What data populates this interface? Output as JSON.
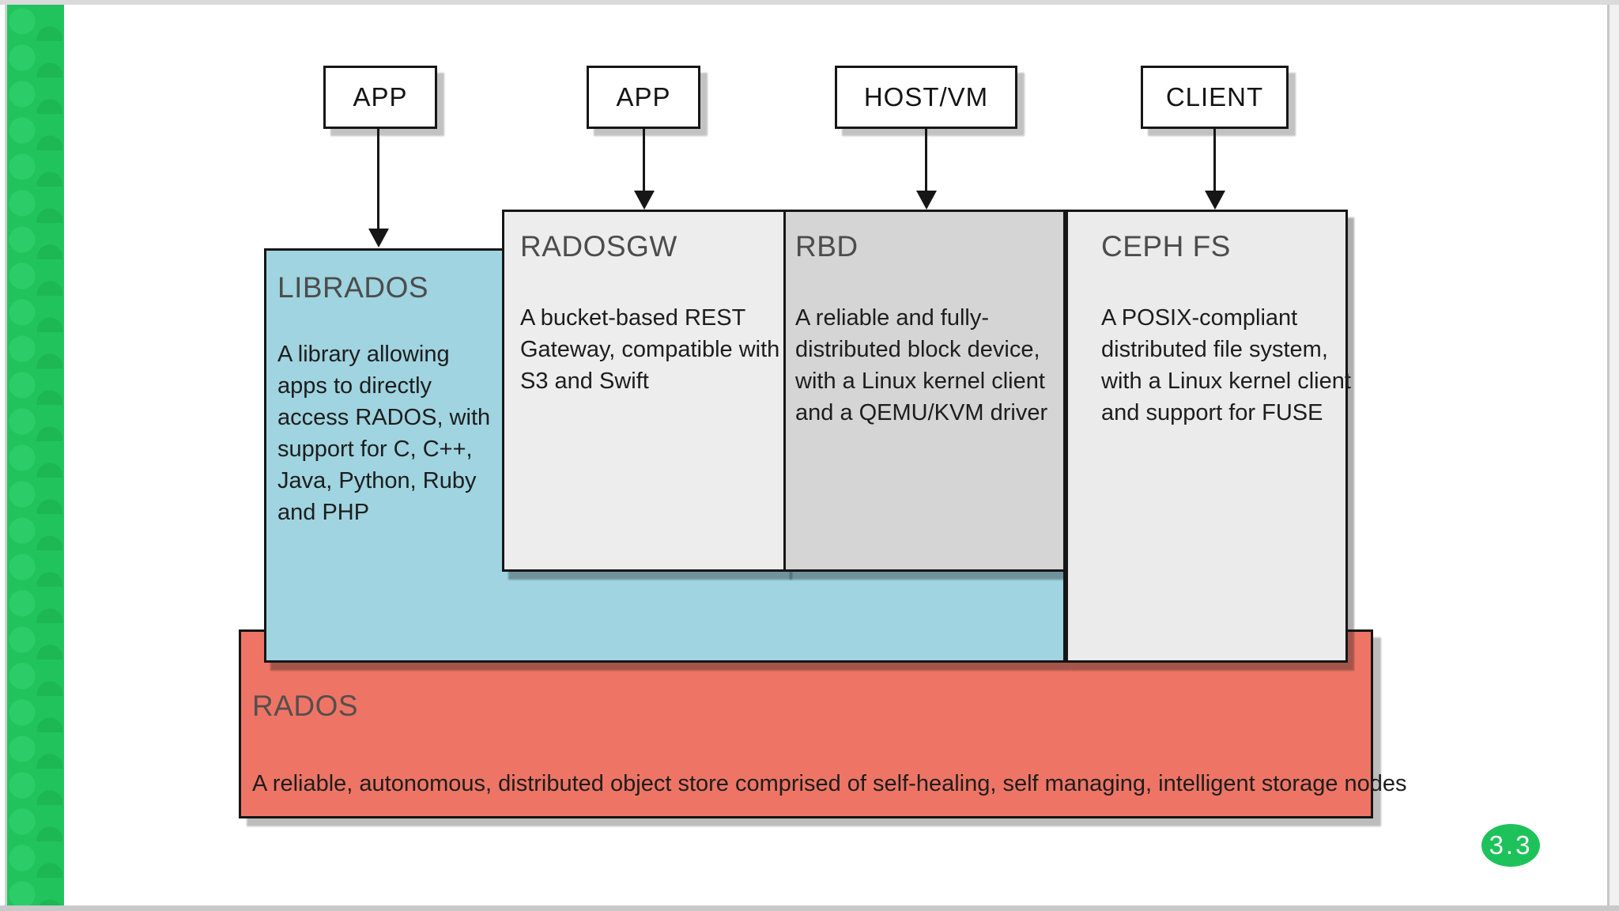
{
  "page": {
    "slide_number": "3.3",
    "colors": {
      "sidebar_green": "#21c35d",
      "badge_green": "#1ec25b",
      "librados_blue": "#9fd4e0",
      "radosgw_gray": "#ededed",
      "rbd_gray": "#d5d5d5",
      "cephfs_gray": "#ebebeb",
      "rados_red": "#ee7565",
      "border_black": "#161616"
    }
  },
  "nodes": {
    "app1": "APP",
    "app2": "APP",
    "hostvm": "HOST/VM",
    "client": "CLIENT"
  },
  "boxes": {
    "librados": {
      "title": "LIBRADOS",
      "lines": [
        "A library allowing",
        "apps to directly",
        "access RADOS, with",
        "support for C, C++,",
        "Java, Python, Ruby",
        "and PHP"
      ]
    },
    "radosgw": {
      "title": "RADOSGW",
      "lines": [
        "A bucket-based REST",
        "Gateway, compatible with",
        "S3 and Swift"
      ]
    },
    "rbd": {
      "title": "RBD",
      "lines": [
        "A reliable and fully-",
        "distributed block device,",
        "with a Linux kernel client",
        "and a QEMU/KVM driver"
      ]
    },
    "cephfs": {
      "title": "CEPH FS",
      "lines": [
        "A POSIX-compliant",
        "distributed file system,",
        "with a Linux kernel client",
        "and support for FUSE"
      ]
    },
    "rados": {
      "title": "RADOS",
      "lines": [
        "A reliable, autonomous, distributed object store comprised of self-healing, self managing, intelligent storage nodes"
      ]
    }
  }
}
